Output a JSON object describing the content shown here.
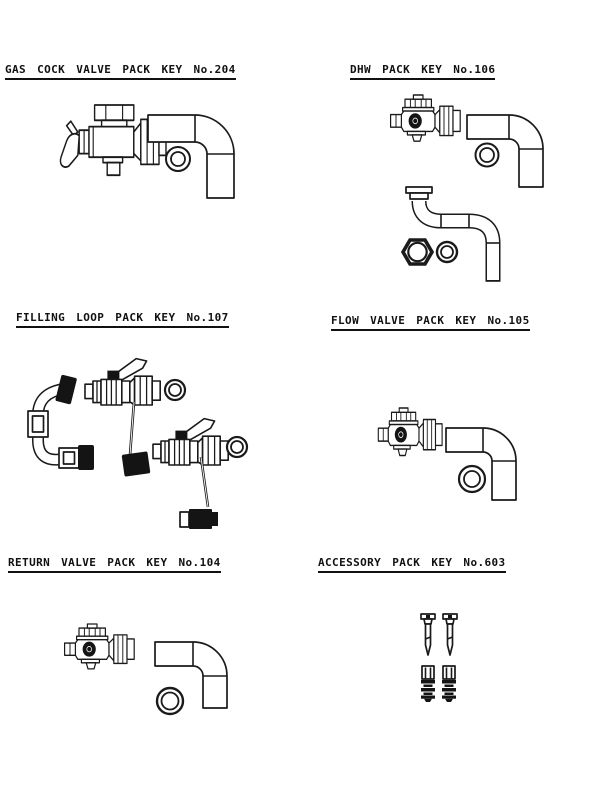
{
  "page": {
    "background": "#ffffff",
    "line_color": "#1a1a1a",
    "kind": "installation-parts-diagram"
  },
  "packs": [
    {
      "id": "gas-cock",
      "title": "GAS COCK VALVE PACK KEY No.204",
      "parts": [
        "gas-cock-valve",
        "elbow-pipe",
        "sealing-washer"
      ]
    },
    {
      "id": "dhw",
      "title": "DHW PACK KEY No.106",
      "parts": [
        "dhw-valve",
        "elbow-pipe",
        "sealing-washer",
        "offset-connection-pipe",
        "hex-nut",
        "sealing-washer"
      ]
    },
    {
      "id": "filling-loop",
      "title": "FILLING LOOP PACK KEY No.107",
      "parts": [
        "flexible-filling-hose",
        "ball-valve-with-chained-cap",
        "sealing-washer",
        "ball-valve-with-chained-cap",
        "sealing-washer"
      ]
    },
    {
      "id": "flow-valve",
      "title": "FLOW VALVE PACK KEY No.105",
      "parts": [
        "flow-valve",
        "elbow-pipe",
        "sealing-washer"
      ]
    },
    {
      "id": "return-valve",
      "title": "RETURN VALVE PACK KEY No.104",
      "parts": [
        "return-valve",
        "elbow-pipe",
        "sealing-washer"
      ]
    },
    {
      "id": "accessory",
      "title": "ACCESSORY PACK KEY No.603",
      "parts": [
        "screw",
        "screw",
        "wall-plug",
        "wall-plug"
      ]
    }
  ]
}
